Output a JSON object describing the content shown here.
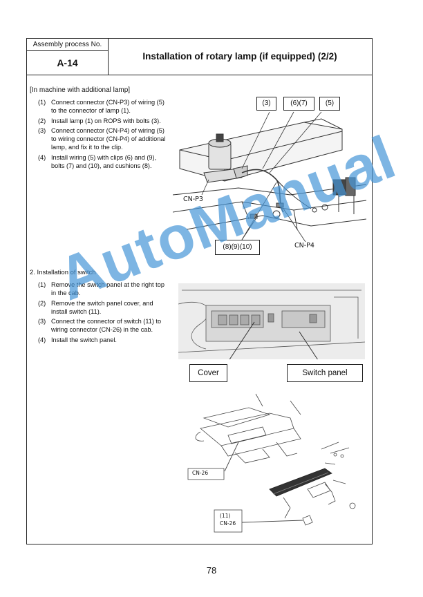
{
  "header": {
    "process_label": "Assembly process No.",
    "process_no": "A-14",
    "title": "Installation of rotary lamp (if equipped) (2/2)"
  },
  "section1": {
    "title": "[In machine with additional lamp]",
    "steps": [
      {
        "num": "(1)",
        "text": "Connect connector (CN-P3) of wiring (5) to the connector of lamp (1)."
      },
      {
        "num": "(2)",
        "text": "Install lamp (1) on ROPS with bolts (3)."
      },
      {
        "num": "(3)",
        "text": "Connect connector (CN-P4) of wiring (5) to wiring connector (CN-P4) of additional lamp, and fix it to the clip."
      },
      {
        "num": "(4)",
        "text": "Install wiring (5) with clips (6) and (9), bolts (7) and (10), and cushions (8)."
      }
    ],
    "figure": {
      "callout_3": "(3)",
      "callout_6_7": "(6)(7)",
      "callout_5": "(5)",
      "callout_8_9_10": "(8)(9)(10)",
      "label_cnp3": "CN-P3",
      "label_cnp4": "CN-P4"
    }
  },
  "section2": {
    "title": "2. Installation of switch",
    "steps": [
      {
        "num": "(1)",
        "text": "Remove the switch panel at the right top in the cab."
      },
      {
        "num": "(2)",
        "text": "Remove the switch panel cover, and install switch (11)."
      },
      {
        "num": "(3)",
        "text": "Connect the connector of switch (11) to wiring connector (CN-26) in the cab."
      },
      {
        "num": "(4)",
        "text": "Install the switch panel."
      }
    ],
    "figure": {
      "callout_cover": "Cover",
      "callout_switch_panel": "Switch panel",
      "label_cn26": "CN-26",
      "label_11": "(11)",
      "label_cn26_b": "CN-26"
    }
  },
  "watermark": "AutoManual",
  "page_number": "78"
}
